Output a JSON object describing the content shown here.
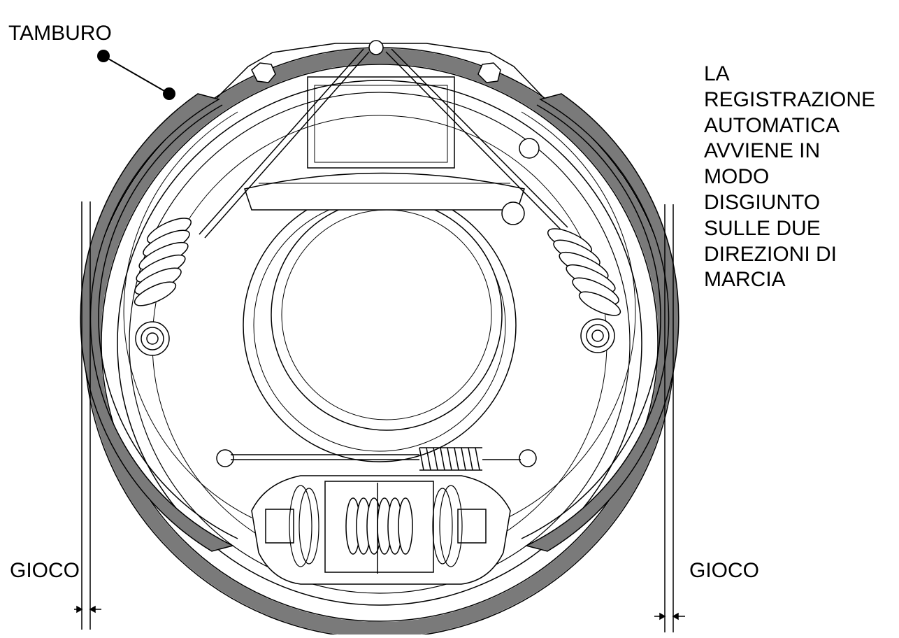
{
  "labels": {
    "drum": "TAMBURO",
    "note_lines": [
      "LA",
      "REGISTRAZIONE",
      "AUTOMATICA",
      "AVVIENE IN",
      "MODO",
      "DISGIUNTO",
      "SULLE DUE",
      "DIREZIONI DI",
      "MARCIA"
    ],
    "clearance_left": "GIOCO",
    "clearance_right": "GIOCO"
  },
  "colors": {
    "line": "#000000",
    "lining": "#7a7a7a",
    "background": "#ffffff"
  }
}
